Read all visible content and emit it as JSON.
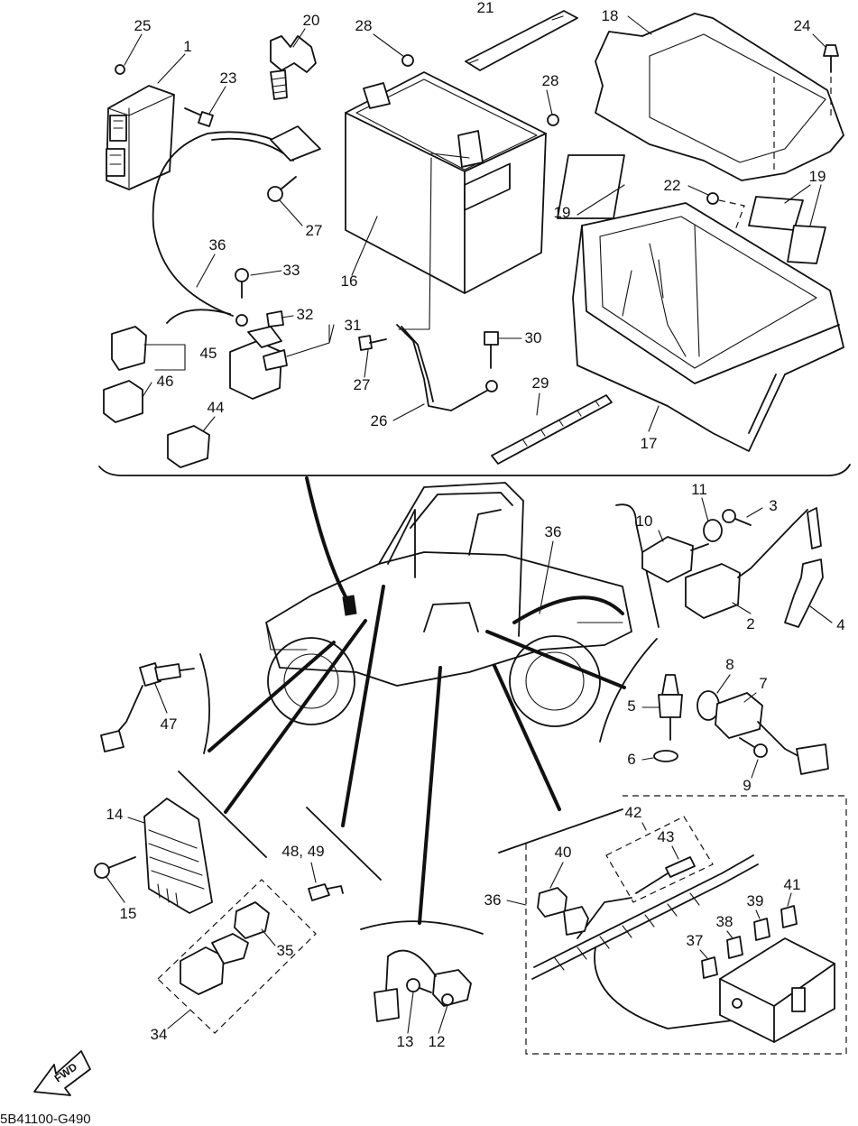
{
  "diagram_code": "5B41100-G490",
  "fwd_label": "FWD",
  "callouts": {
    "c1": "1",
    "c2": "2",
    "c3": "3",
    "c4": "4",
    "c5": "5",
    "c6": "6",
    "c7": "7",
    "c8": "8",
    "c9": "9",
    "c10": "10",
    "c11": "11",
    "c12": "12",
    "c13": "13",
    "c14": "14",
    "c15": "15",
    "c16": "16",
    "c17": "17",
    "c18": "18",
    "c19a": "19",
    "c19b": "19",
    "c20": "20",
    "c21": "21",
    "c22": "22",
    "c23": "23",
    "c24": "24",
    "c25": "25",
    "c26": "26",
    "c27a": "27",
    "c27b": "27",
    "c28a": "28",
    "c28b": "28",
    "c29": "29",
    "c30": "30",
    "c31": "31",
    "c32": "32",
    "c33": "33",
    "c34": "34",
    "c35": "35",
    "c36a": "36",
    "c36b": "36",
    "c36c": "36",
    "c37": "37",
    "c38": "38",
    "c39": "39",
    "c40": "40",
    "c41": "41",
    "c42": "42",
    "c43": "43",
    "c44": "44",
    "c45": "45",
    "c46": "46",
    "c47": "47",
    "c4849": "48, 49"
  }
}
